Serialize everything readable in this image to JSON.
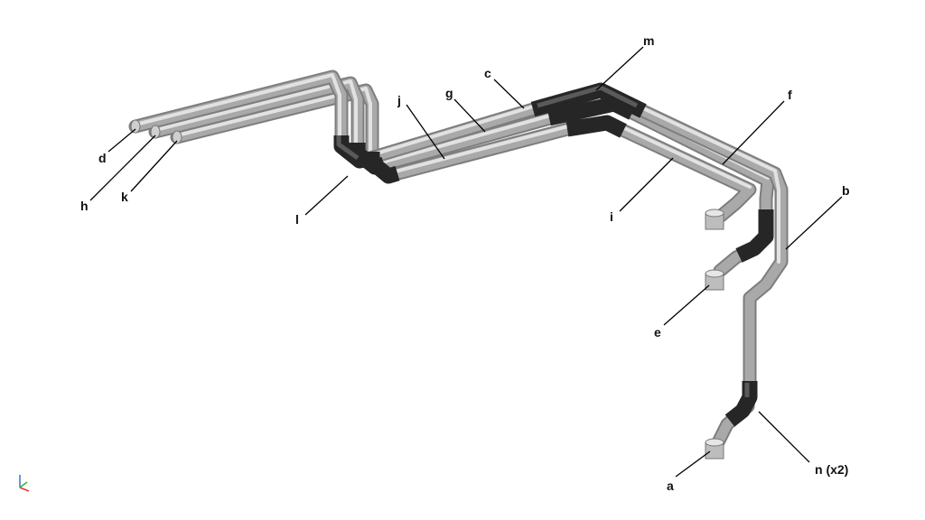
{
  "labels": {
    "a": "a",
    "b": "b",
    "c": "c",
    "d": "d",
    "e": "e",
    "f": "f",
    "g": "g",
    "h": "h",
    "i": "i",
    "j": "j",
    "k": "k",
    "l": "l",
    "m": "m",
    "n": "n (x2)"
  },
  "colors": {
    "pipe": "#a9a9a9",
    "fitting": "#262626",
    "label": "#111111"
  }
}
